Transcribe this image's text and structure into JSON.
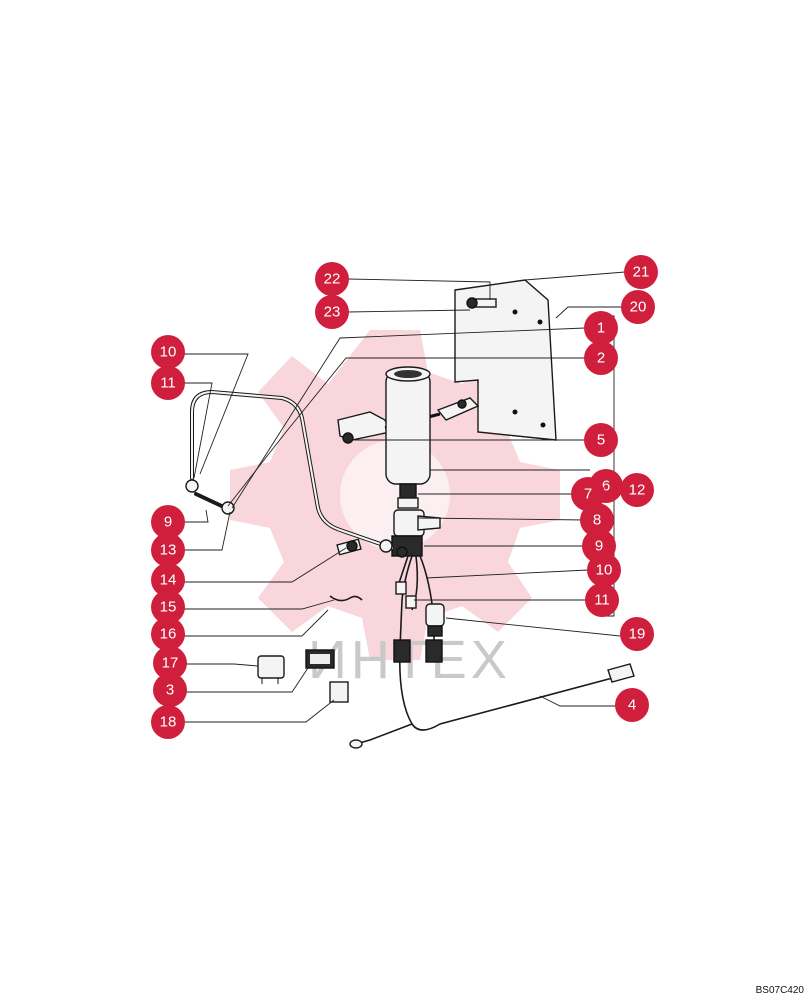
{
  "watermark": {
    "text": "ИНТЕХ"
  },
  "drawing_code": "BS07C420",
  "callouts": [
    {
      "id": "c22",
      "label": "22"
    },
    {
      "id": "c23",
      "label": "23"
    },
    {
      "id": "c21",
      "label": "21"
    },
    {
      "id": "c20",
      "label": "20"
    },
    {
      "id": "c1",
      "label": "1"
    },
    {
      "id": "c2",
      "label": "2"
    },
    {
      "id": "c10a",
      "label": "10"
    },
    {
      "id": "c11a",
      "label": "11"
    },
    {
      "id": "c5",
      "label": "5"
    },
    {
      "id": "c6",
      "label": "6"
    },
    {
      "id": "c12",
      "label": "12"
    },
    {
      "id": "c7",
      "label": "7"
    },
    {
      "id": "c8",
      "label": "8"
    },
    {
      "id": "c9a",
      "label": "9"
    },
    {
      "id": "c9b",
      "label": "9"
    },
    {
      "id": "c13",
      "label": "13"
    },
    {
      "id": "c10b",
      "label": "10"
    },
    {
      "id": "c14",
      "label": "14"
    },
    {
      "id": "c11b",
      "label": "11"
    },
    {
      "id": "c15",
      "label": "15"
    },
    {
      "id": "c16",
      "label": "16"
    },
    {
      "id": "c19",
      "label": "19"
    },
    {
      "id": "c17",
      "label": "17"
    },
    {
      "id": "c3",
      "label": "3"
    },
    {
      "id": "c4",
      "label": "4"
    },
    {
      "id": "c18",
      "label": "18"
    }
  ]
}
